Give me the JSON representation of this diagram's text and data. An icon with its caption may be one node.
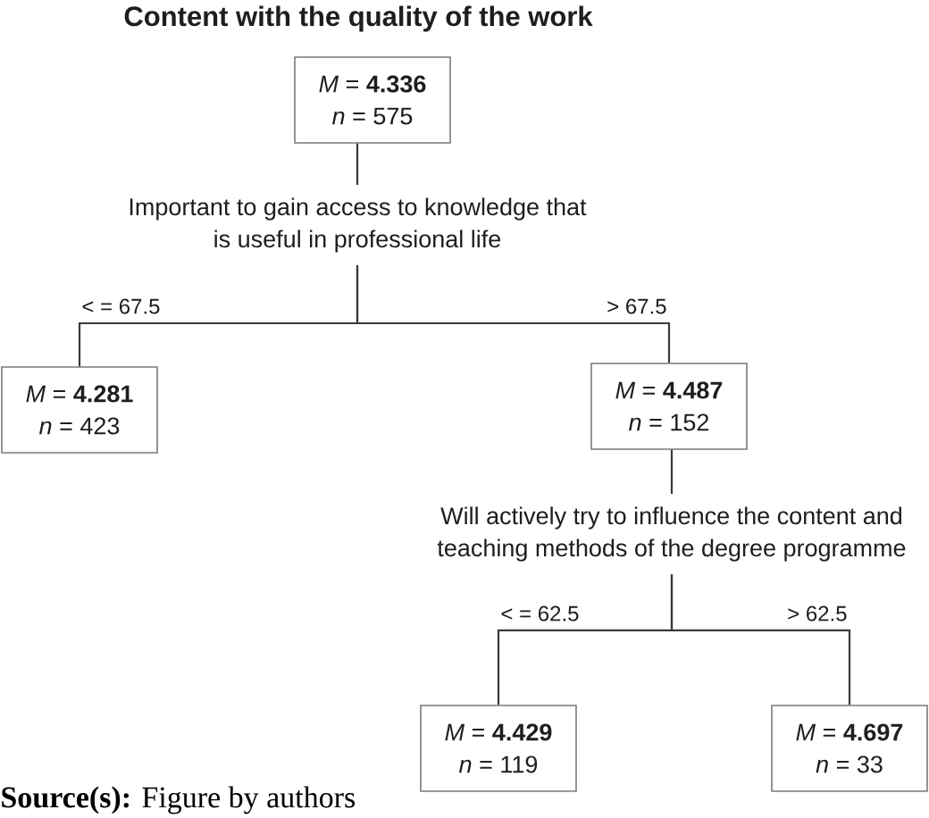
{
  "diagram": {
    "title": "Content with the quality of the work",
    "nodes": [
      {
        "text": [
          "*M* = **4.336**",
          "*n* = 575"
        ]
      },
      {
        "text": [
          "Important to gain access to knowledge that is useful in professional life"
        ]
      },
      {
        "text": [
          "*M* = **4.281**",
          "*n* = 423"
        ]
      },
      {
        "text": [
          "*M* = **4.487**",
          "*n* = 152"
        ]
      },
      {
        "text": [
          "Will actively try to influence the content and teaching methods of the degree programme"
        ]
      },
      {
        "text": [
          "*M* = **4.429**",
          "*n* = 119"
        ]
      },
      {
        "text": [
          "*M* = **4.697**",
          "*n* = 33"
        ]
      }
    ],
    "edges": [
      {
        "from": 0,
        "to": 1,
        "arrow": "none"
      },
      {
        "from": 1,
        "to": 2,
        "arrow": "none",
        "label": "< = 67.5"
      },
      {
        "from": 1,
        "to": 3,
        "arrow": "none",
        "label": "> 67.5"
      },
      {
        "from": 3,
        "to": 4,
        "arrow": "none"
      },
      {
        "from": 4,
        "to": 5,
        "arrow": "none",
        "label": "< = 62.5"
      },
      {
        "from": 4,
        "to": 6,
        "arrow": "none",
        "label": "> 62.5"
      }
    ],
    "caption": "**Source(s):** Figure by authors"
  }
}
